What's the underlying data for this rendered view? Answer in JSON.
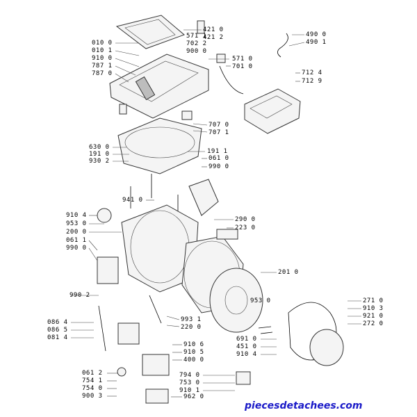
{
  "labels": [
    {
      "id": "p4210",
      "text": "421 0"
    },
    {
      "id": "p4212",
      "text": "421 2"
    },
    {
      "id": "p0100",
      "text": "010 0"
    },
    {
      "id": "p0101",
      "text": "010 1"
    },
    {
      "id": "p9100",
      "text": "910 0"
    },
    {
      "id": "p7871",
      "text": "787 1"
    },
    {
      "id": "p7870",
      "text": "787 0"
    },
    {
      "id": "p5711a",
      "text": "571 1"
    },
    {
      "id": "p7022",
      "text": "702 2"
    },
    {
      "id": "p9000",
      "text": "900 0"
    },
    {
      "id": "p5710",
      "text": "571 0"
    },
    {
      "id": "p7010",
      "text": "701 0"
    },
    {
      "id": "p4900",
      "text": "490 0"
    },
    {
      "id": "p4901",
      "text": "490 1"
    },
    {
      "id": "p7124",
      "text": "712 4"
    },
    {
      "id": "p7129",
      "text": "712 9"
    },
    {
      "id": "p7070",
      "text": "707 0"
    },
    {
      "id": "p7071",
      "text": "707 1"
    },
    {
      "id": "p6300",
      "text": "630 0"
    },
    {
      "id": "p1910",
      "text": "191 0"
    },
    {
      "id": "p9302",
      "text": "930 2"
    },
    {
      "id": "p1911",
      "text": "191 1"
    },
    {
      "id": "p0610a",
      "text": "061 0"
    },
    {
      "id": "p9900a",
      "text": "990 0"
    },
    {
      "id": "p9410",
      "text": "941 0"
    },
    {
      "id": "p9104a",
      "text": "910 4"
    },
    {
      "id": "p9530a",
      "text": "953 0"
    },
    {
      "id": "p2000",
      "text": "200 0"
    },
    {
      "id": "p0611",
      "text": "061 1"
    },
    {
      "id": "p9900b",
      "text": "990 0"
    },
    {
      "id": "p2900",
      "text": "290 0"
    },
    {
      "id": "p2230",
      "text": "223 0"
    },
    {
      "id": "p2010",
      "text": "201 0"
    },
    {
      "id": "p9530b",
      "text": "953 0"
    },
    {
      "id": "p9902",
      "text": "990 2"
    },
    {
      "id": "p2710",
      "text": "271 0"
    },
    {
      "id": "p9103",
      "text": "910 3"
    },
    {
      "id": "p9210",
      "text": "921 0"
    },
    {
      "id": "p2720",
      "text": "272 0"
    },
    {
      "id": "p0864",
      "text": "086 4"
    },
    {
      "id": "p0865",
      "text": "086 5"
    },
    {
      "id": "p0814",
      "text": "081 4"
    },
    {
      "id": "p9931",
      "text": "993 1"
    },
    {
      "id": "p2200",
      "text": "220 0"
    },
    {
      "id": "p6910",
      "text": "691 0"
    },
    {
      "id": "p4510",
      "text": "451 0"
    },
    {
      "id": "p9104b",
      "text": "910 4"
    },
    {
      "id": "p9106",
      "text": "910 6"
    },
    {
      "id": "p9105",
      "text": "910 5"
    },
    {
      "id": "p4000",
      "text": "400 0"
    },
    {
      "id": "p0612",
      "text": "061 2"
    },
    {
      "id": "p7541",
      "text": "754 1"
    },
    {
      "id": "p7540",
      "text": "754 0"
    },
    {
      "id": "p9003",
      "text": "900 3"
    },
    {
      "id": "p7940",
      "text": "794 0"
    },
    {
      "id": "p7530",
      "text": "753 0"
    },
    {
      "id": "p9101",
      "text": "910 1"
    },
    {
      "id": "p9620",
      "text": "962 0"
    }
  ],
  "watermark": "piecesdetachees.com",
  "colors": {
    "ink": "#000000",
    "watermark": "#1a1ac8",
    "part_fill": "#f4f4f4"
  }
}
